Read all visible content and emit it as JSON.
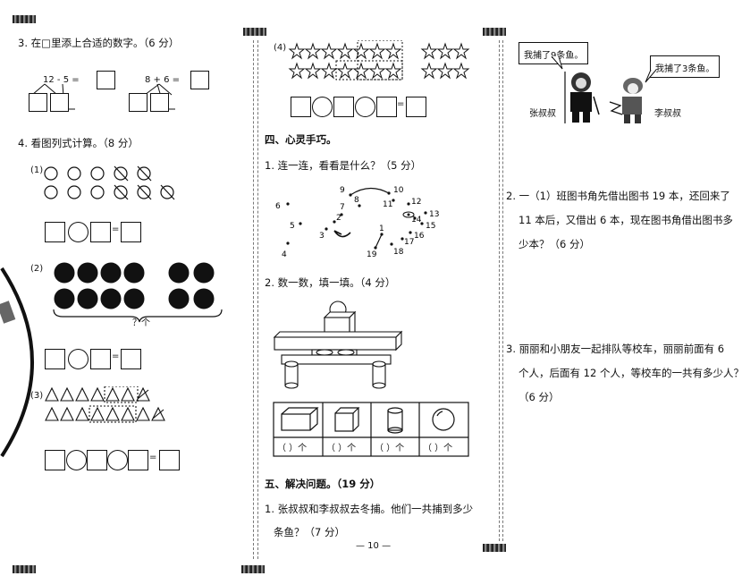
{
  "page_number": "— 10 —",
  "left": {
    "q3": {
      "title": "3. 在□里添上合适的数字。（6 分）",
      "expr1": "12  -  5  =",
      "expr2": "8  +  6  ="
    },
    "q4": {
      "title": "4. 看图列式计算。（8 分）",
      "p1": "(1)",
      "p2": "(2)",
      "p2_caption": "？个",
      "p3": "(3)",
      "eq": "="
    }
  },
  "middle": {
    "p4": "(4)",
    "eq": "=",
    "sec4": {
      "title": "四、心灵手巧。",
      "q1": "1. 连一连，看看是什么？（5 分）",
      "q2": "2. 数一数，填一填。（4 分）",
      "dots": [
        "1",
        "2",
        "3",
        "4",
        "5",
        "6",
        "7",
        "8",
        "9",
        "10",
        "11",
        "12",
        "13",
        "14",
        "15",
        "16",
        "17",
        "18",
        "19"
      ],
      "count_cell": "（    ）个"
    },
    "sec5": {
      "title": "五、解决问题。（19 分）",
      "q1_line1": "1. 张叔叔和李叔叔去冬捕。他们一共捕到多少",
      "q1_line2": "条鱼？（7 分）"
    }
  },
  "right": {
    "bubble1": "我捕了9条鱼。",
    "bubble2": "我捕了3条鱼。",
    "name1": "张叔叔",
    "name2": "李叔叔",
    "q2_line1": "2. 一（1）班图书角先借出图书 19 本，还回来了",
    "q2_line2": "11 本后，又借出 6 本，现在图书角借出图书多",
    "q2_line3": "少本？（6 分）",
    "q3_line1": "3. 丽丽和小朋友一起排队等校车，丽丽前面有 6",
    "q3_line2": "个人，后面有 12 个人，等校车的一共有多少人？",
    "q3_line3": "（6 分）"
  },
  "colors": {
    "ink": "#111111",
    "gray": "#777777"
  }
}
